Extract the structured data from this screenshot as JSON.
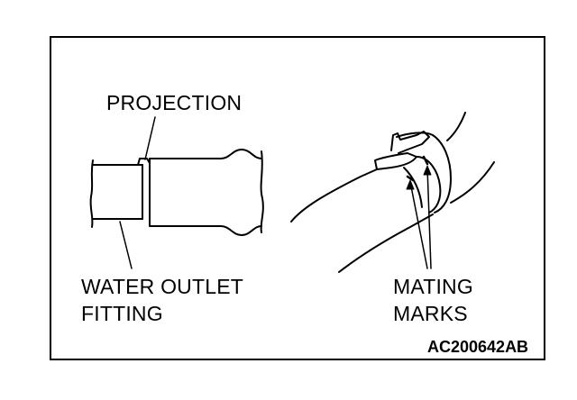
{
  "labels": {
    "projection": "PROJECTION",
    "water_outlet_line1": "WATER OUTLET",
    "water_outlet_line2": "FITTING",
    "mating_line1": "MATING",
    "mating_line2": "MARKS"
  },
  "figure_code": "AC200642AB",
  "colors": {
    "ink": "#000000",
    "background": "#ffffff"
  }
}
